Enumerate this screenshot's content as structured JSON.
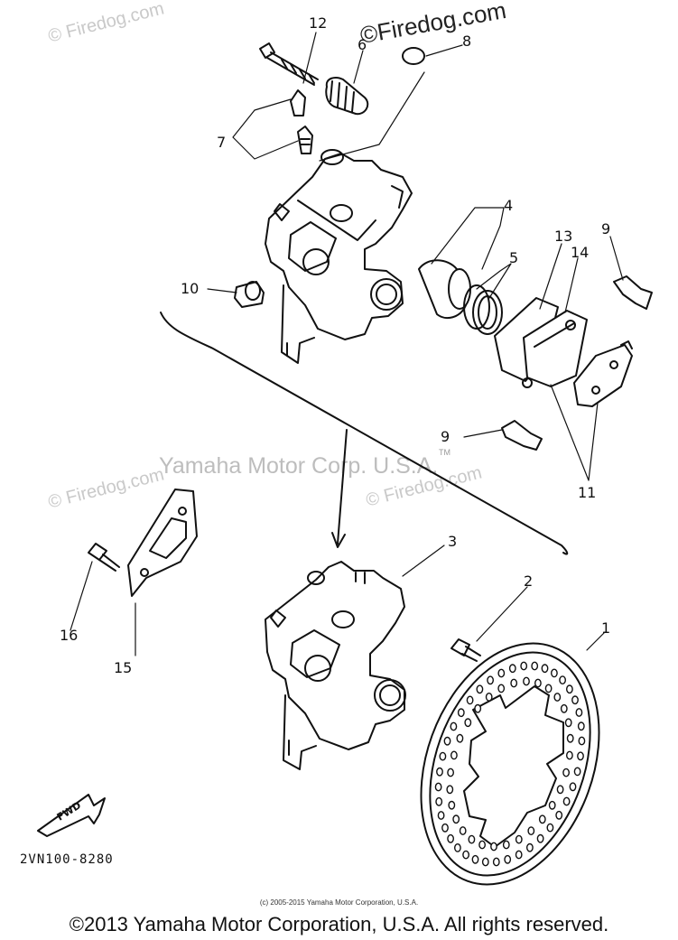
{
  "watermarks": {
    "site_top_left": "© Firedog.com",
    "site_top_right": "©Firedog.com",
    "site_mid_left": "© Firedog.com",
    "site_mid_right": "© Firedog.com",
    "manufacturer": "Yamaha Motor Corp. U.S.A.",
    "tm": "TM"
  },
  "callouts": {
    "c1": "1",
    "c2": "2",
    "c3": "3",
    "c4": "4",
    "c5": "5",
    "c6": "6",
    "c7": "7",
    "c8": "8",
    "c9a": "9",
    "c9b": "9",
    "c10": "10",
    "c11": "11",
    "c12": "12",
    "c13": "13",
    "c14": "14",
    "c15": "15",
    "c16": "16"
  },
  "fwd_label": "FWD",
  "diagram_code": "2VN100-8280",
  "small_copyright": "(c) 2005-2015 Yamaha Motor Corporation, U.S.A.",
  "footer": "©2013 Yamaha Motor Corporation, U.S.A. All rights reserved."
}
